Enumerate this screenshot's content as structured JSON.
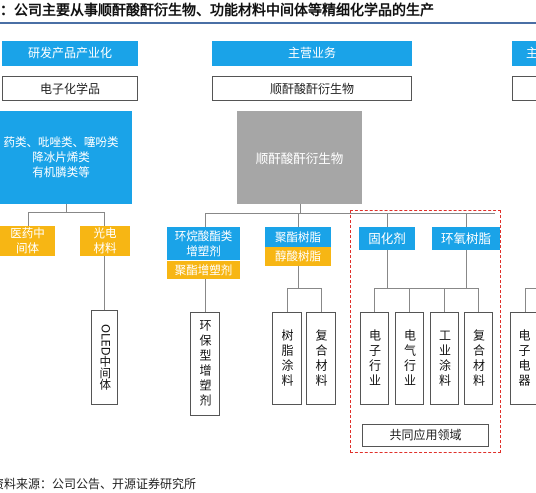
{
  "title": "：公司主要从事顺酐酸酐衍生物、功能材料中间体等精细化学品的生产",
  "columns": {
    "rd": {
      "header": "研发产品产业化",
      "sub": "电子化学品",
      "big_lines": [
        "药类、吡唑类、噻吩类",
        "降冰片烯类",
        "有机膦类等"
      ]
    },
    "main": {
      "header": "主营业务",
      "sub": "顺酐酸酐衍生物",
      "big": "顺酐酸酐衍生物"
    },
    "third": {
      "header": "主"
    }
  },
  "rd_children": {
    "pharma": {
      "line1": "医药中",
      "line2": "间体"
    },
    "opto": {
      "line1": "光电",
      "line2": "材料"
    },
    "oled": "OLED中间体"
  },
  "main_children": {
    "eco_plasticizer": {
      "line1": "环烷酸酯类",
      "line2": "增塑剂",
      "sub": "聚酯增塑剂"
    },
    "polyester_resin": {
      "label": "聚酯树脂",
      "sub": "醇酸树脂"
    },
    "curing_agent": "固化剂",
    "epoxy_resin": "环氧树脂"
  },
  "leaves": {
    "eco": "环保型增塑剂",
    "resin_coating": "树脂涂料",
    "composite_1": "复合材料",
    "electronics": "电子行业",
    "electrical": "电气行业",
    "industrial_coating": "工业涂料",
    "composite_2": "复合材料",
    "electronic_appliance": "电子电器"
  },
  "common_field": "共同应用领域",
  "source": "资料来源：公司公告、开源证券研究所",
  "colors": {
    "blue": "#1aa3e8",
    "orange": "#f7b614",
    "gray": "#a6a6a6",
    "dashed_red": "#e0302a"
  }
}
